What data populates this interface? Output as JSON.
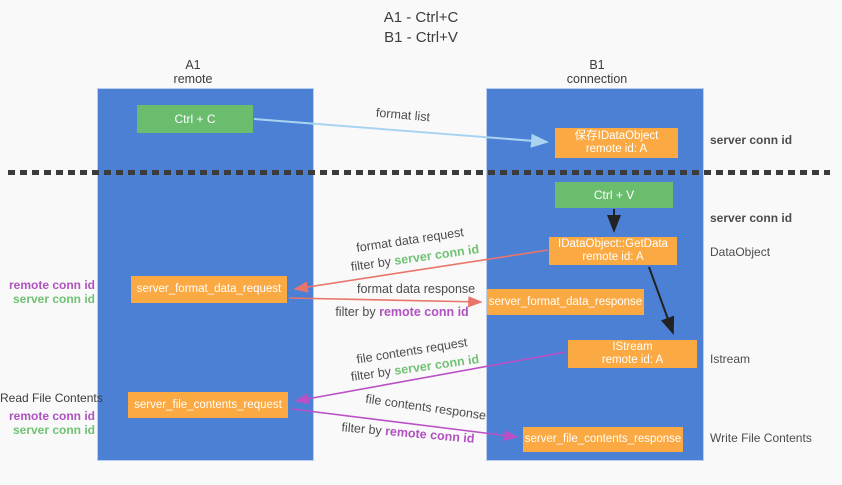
{
  "title": {
    "line1": "A1 - Ctrl+C",
    "line2": "B1 - Ctrl+V"
  },
  "lifelines": {
    "a1": {
      "name": "A1",
      "role": "remote"
    },
    "b1": {
      "name": "B1",
      "role": "connection"
    }
  },
  "nodes": {
    "ctrl_c": {
      "label": "Ctrl + C"
    },
    "save_idataobject": {
      "line1": "保存IDataObject",
      "line2": "remote id: A"
    },
    "ctrl_v": {
      "label": "Ctrl + V"
    },
    "getdata": {
      "line1": "IDataObject::GetData",
      "line2": "remote id: A"
    },
    "format_data_request": {
      "label": "server_format_data_request"
    },
    "format_data_response": {
      "label": "server_format_data_response"
    },
    "istream": {
      "line1": "IStream",
      "line2": "remote id: A"
    },
    "file_contents_request": {
      "label": "server_file_contents_request"
    },
    "file_contents_response": {
      "label": "server_file_contents_response"
    }
  },
  "arrows": {
    "format_list": "format list",
    "format_data_request": "format data request",
    "format_data_response": "format data response",
    "file_contents_request": "file contents request",
    "file_contents_response": "file contents response",
    "filter_by": "filter by",
    "server_conn_id": "server conn id",
    "remote_conn_id": "remote conn id"
  },
  "annotations": {
    "right": {
      "server_conn_id_top": "server conn id",
      "server_conn_id_mid": "server conn id",
      "dataobject": "DataObject",
      "istream": "Istream",
      "write_file_contents": "Write File Contents"
    },
    "left": {
      "remote_conn_id_1": "remote conn id",
      "server_conn_id_1": "server conn id",
      "read_file_contents": "Read File Contents",
      "remote_conn_id_2": "remote conn id",
      "server_conn_id_2": "server conn id"
    }
  },
  "colors": {
    "background": "#f9f9f9",
    "lifeline_blue": "#4b80d5",
    "action_green": "#69bd6d",
    "object_orange": "#faa943",
    "server_conn_green": "#70c274",
    "remote_conn_purple": "#b052c0",
    "format_arrow_red": "#e9756a",
    "file_arrow_magenta": "#bb50c6",
    "format_list_blue": "#a9d4f1",
    "text_dark": "#3c3c3c"
  }
}
